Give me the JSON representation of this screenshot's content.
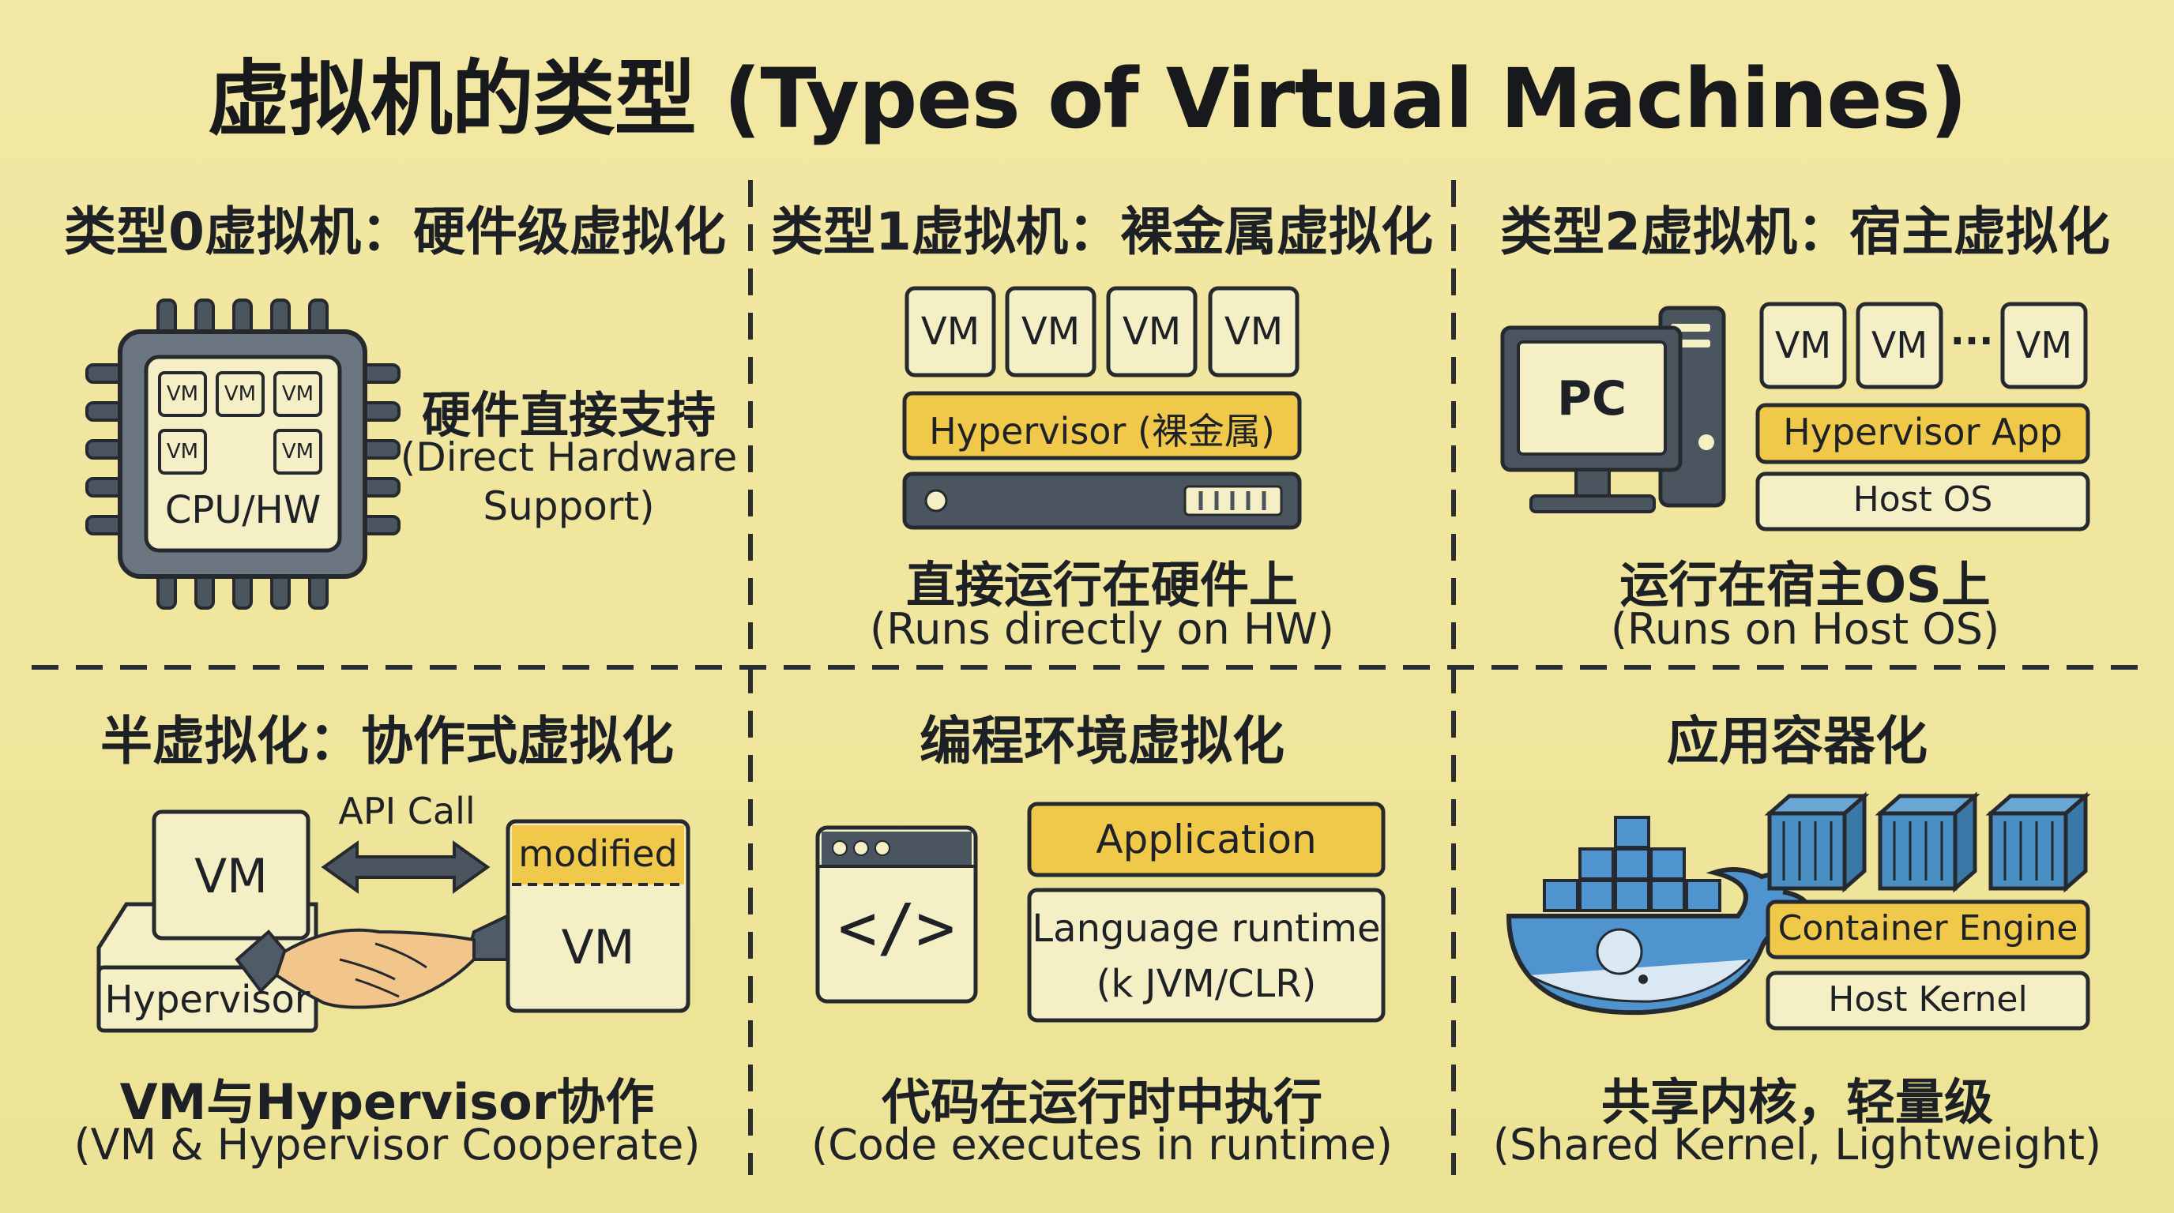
{
  "title": "虚拟机的类型 (Types of Virtual Machines)",
  "panels": [
    {
      "title": "类型0虚拟机：硬件级虚拟化",
      "chip_vms": [
        "VM",
        "VM",
        "VM",
        "VM",
        "VM"
      ],
      "chip_label": "CPU/HW",
      "note_zh": "硬件直接支持",
      "note_en_1": "(Direct Hardware",
      "note_en_2": "Support)"
    },
    {
      "title": "类型1虚拟机：裸金属虚拟化",
      "vms": [
        "VM",
        "VM",
        "VM",
        "VM"
      ],
      "hypervisor": "Hypervisor (裸金属)",
      "caption_zh": "直接运行在硬件上",
      "caption_en": "(Runs directly on HW)"
    },
    {
      "title": "类型2虚拟机：宿主虚拟化",
      "pc_label": "PC",
      "vms": [
        "VM",
        "VM",
        "VM"
      ],
      "ellipsis": "···",
      "hypervisor_app": "Hypervisor App",
      "host_os": "Host OS",
      "caption_zh": "运行在宿主OS上",
      "caption_en": "(Runs on Host OS)"
    },
    {
      "title": "半虚拟化：协作式虚拟化",
      "vm_left": "VM",
      "hypervisor": "Hypervisor",
      "api_call": "API Call",
      "modified": "modified",
      "vm_right": "VM",
      "caption_zh": "VM与Hypervisor协作",
      "caption_en": "(VM & Hypervisor Cooperate)"
    },
    {
      "title": "编程环境虚拟化",
      "code_glyph": "</>",
      "application": "Application",
      "runtime_1": "Language runtime",
      "runtime_2": "(k JVM/CLR)",
      "caption_zh": "代码在运行时中执行",
      "caption_en": "(Code executes in runtime)"
    },
    {
      "title": "应用容器化",
      "container_engine": "Container Engine",
      "host_kernel": "Host Kernel",
      "caption_zh": "共享内核，轻量级",
      "caption_en": "(Shared Kernel, Lightweight)"
    }
  ],
  "colors": {
    "background": "#f0e69a",
    "box_fill": "#f5efc6",
    "accent_yellow": "#f0c84a",
    "dark_slate": "#4a5560",
    "chip_fill": "#6b7680",
    "whale_blue": "#4f93cf",
    "container_blue": "#4a8fc4",
    "hand_skin": "#f2c58a",
    "sleeve": "#4f5c68"
  }
}
